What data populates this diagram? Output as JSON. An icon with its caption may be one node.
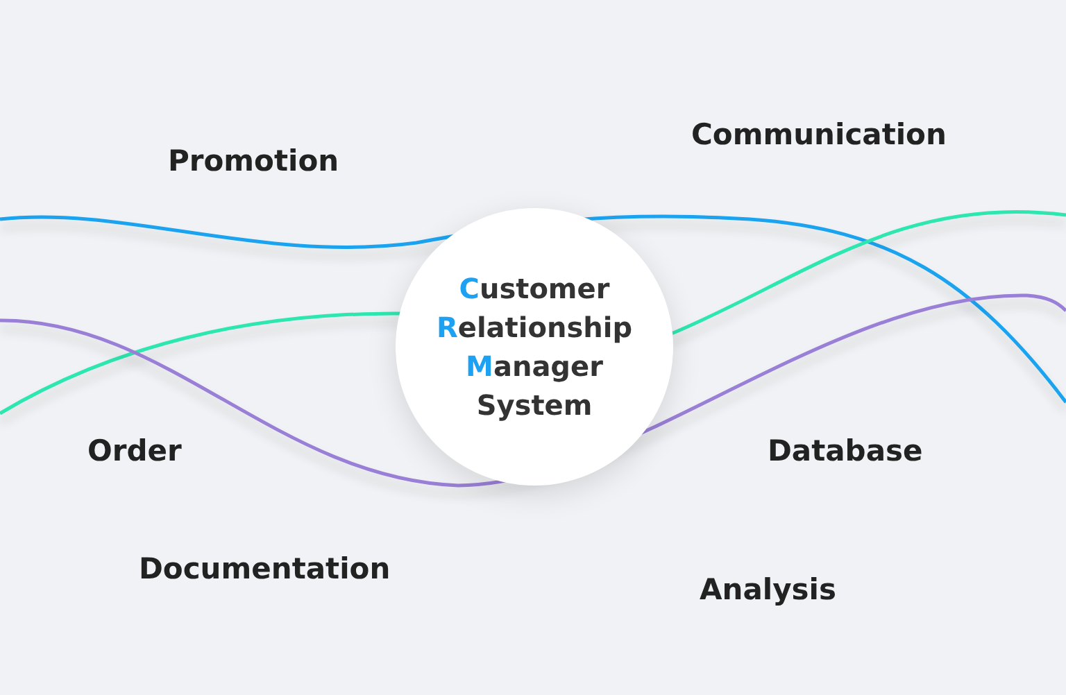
{
  "diagram": {
    "nodes": [
      {
        "text": [
          "Customer Relationship Manager System"
        ]
      }
    ],
    "labels": [
      "Promotion",
      "Communication",
      "Order",
      "Database",
      "Documentation",
      "Analysis"
    ]
  }
}
